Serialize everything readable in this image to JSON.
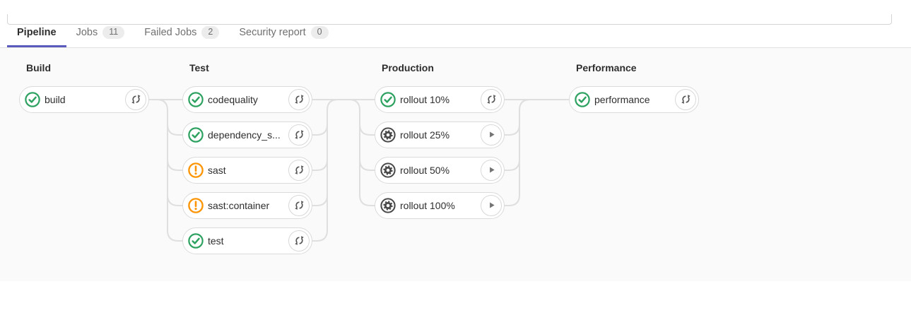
{
  "tabs": [
    {
      "label": "Pipeline",
      "badge": null,
      "active": true
    },
    {
      "label": "Jobs",
      "badge": "11",
      "active": false
    },
    {
      "label": "Failed Jobs",
      "badge": "2",
      "active": false
    },
    {
      "label": "Security report",
      "badge": "0",
      "active": false
    }
  ],
  "colors": {
    "accent_underline": "#5b5bbd",
    "success": "#2da160",
    "warning": "#fc9403",
    "manual": "#4a4a4a",
    "connector": "#dfdfdf",
    "retry_icon": "#555555",
    "play_icon": "#737373",
    "graph_background": "#fafafa"
  },
  "stages": [
    {
      "name": "Build",
      "jobs": [
        {
          "label": "build",
          "status": "success",
          "action": "retry"
        }
      ]
    },
    {
      "name": "Test",
      "jobs": [
        {
          "label": "codequality",
          "status": "success",
          "action": "retry"
        },
        {
          "label": "dependency_s...",
          "status": "success",
          "action": "retry"
        },
        {
          "label": "sast",
          "status": "warning",
          "action": "retry"
        },
        {
          "label": "sast:container",
          "status": "warning",
          "action": "retry"
        },
        {
          "label": "test",
          "status": "success",
          "action": "retry"
        }
      ]
    },
    {
      "name": "Production",
      "jobs": [
        {
          "label": "rollout 10%",
          "status": "success",
          "action": "retry"
        },
        {
          "label": "rollout 25%",
          "status": "manual",
          "action": "play"
        },
        {
          "label": "rollout 50%",
          "status": "manual",
          "action": "play"
        },
        {
          "label": "rollout 100%",
          "status": "manual",
          "action": "play"
        }
      ]
    },
    {
      "name": "Performance",
      "jobs": [
        {
          "label": "performance",
          "status": "success",
          "action": "retry"
        }
      ]
    }
  ]
}
